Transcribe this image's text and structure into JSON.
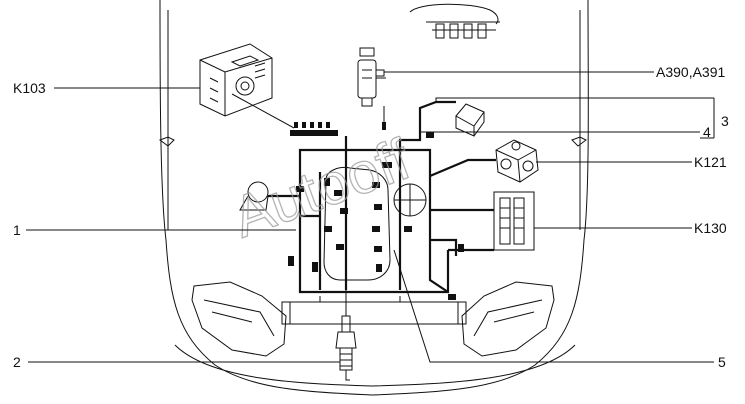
{
  "callouts": {
    "k103": "K103",
    "a390": "A390,A391",
    "n3": "3",
    "n4": "4",
    "k121": "K121",
    "k130": "K130",
    "n1": "1",
    "n2": "2",
    "n5": "5"
  },
  "watermark": "Autooff"
}
